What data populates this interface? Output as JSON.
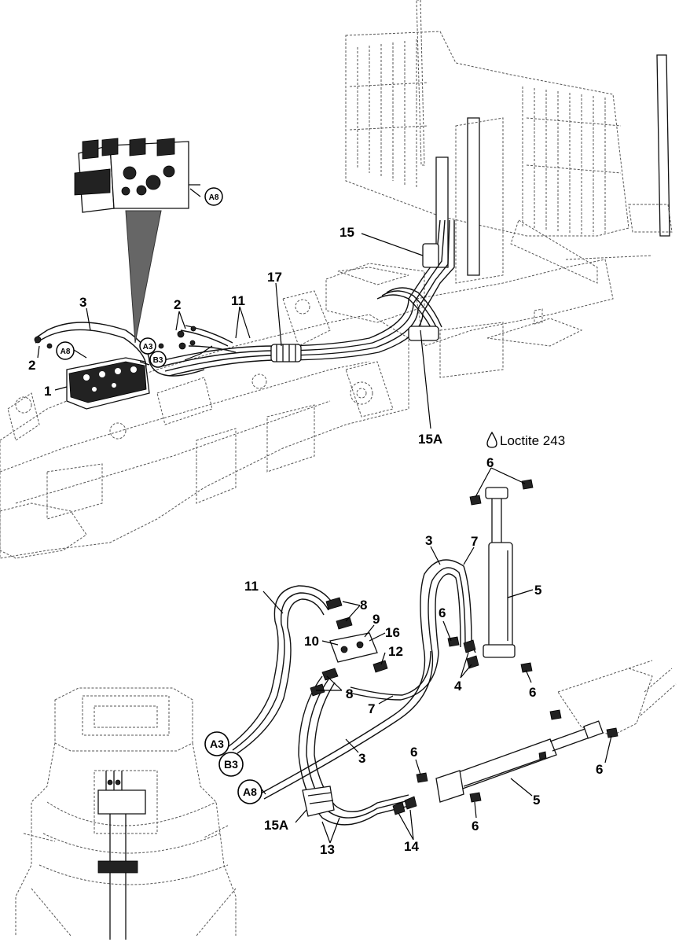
{
  "note": {
    "loctite": "Loctite 243"
  },
  "connectors": {
    "a8_top": "A8",
    "a8_frame": "A8",
    "a3_frame": "A3",
    "b3_frame": "B3",
    "a3_detail": "A3",
    "b3_detail": "B3",
    "a8_detail": "A8"
  },
  "callouts": {
    "c1": "1",
    "c2_left": "2",
    "c2_top": "2",
    "c3_frame": "3",
    "c11_frame": "11",
    "c17": "17",
    "c15": "15",
    "c15a_frame": "15A",
    "c6_top": "6",
    "c3_detail": "3",
    "c7_top": "7",
    "c5_upper": "5",
    "c11_detail": "11",
    "c8_top": "8",
    "c9": "9",
    "c16": "16",
    "c10": "10",
    "c12": "12",
    "c6_mid": "6",
    "c4": "4",
    "c8_bottom": "8",
    "c7_bottom": "7",
    "c6_right": "6",
    "c3_bottom": "3",
    "c6_lower_top": "6",
    "c6_far_right": "6",
    "c5_lower": "5",
    "c6_bottom": "6",
    "c15a_detail": "15A",
    "c13": "13",
    "c14": "14"
  }
}
